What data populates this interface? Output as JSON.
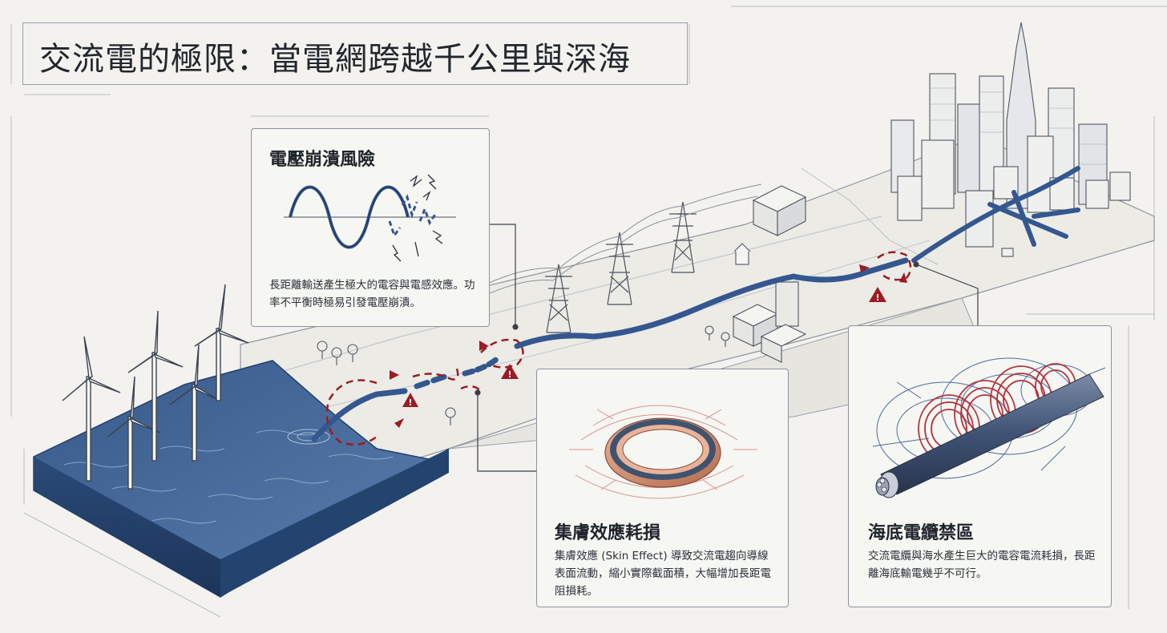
{
  "title": "交流電的極限：當電網跨越千公里與深海",
  "panels": [
    {
      "heading": "電壓崩潰風險",
      "body": "長距離輸送產生極大的電容與電感效應。功率不平衡時極易引發電壓崩潰。"
    },
    {
      "heading": "集膚效應耗損",
      "body": "集膚效應 (Skin Effect) 導致交流電趨向導線表面流動，縮小實際截面積，大幅增加長距電阻損耗。"
    },
    {
      "heading": "海底電纜禁區",
      "body": "交流電纜與海水產生巨大的電容電流耗損，長距離海底輸電幾乎不可行。"
    }
  ],
  "colors": {
    "background": "#f3f2ee",
    "sea": "#2f5283",
    "cable": "#34578f",
    "warning": "#9b1c24",
    "copper": "#c9876a",
    "line_art": "#5f6670"
  },
  "icons": [
    "warning-icon",
    "wind-turbine-icon",
    "transmission-tower-icon",
    "city-icon",
    "sine-wave-icon",
    "copper-ring-icon",
    "subsea-cable-icon"
  ]
}
